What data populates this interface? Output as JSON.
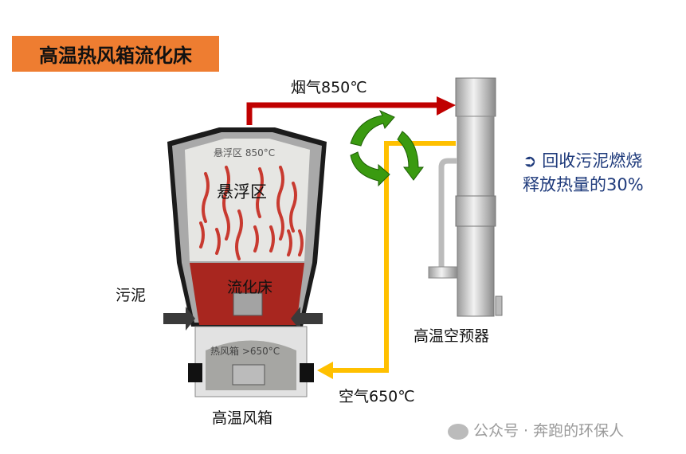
{
  "title": "高温热风箱流化床",
  "labels": {
    "flue_gas": "烟气850℃",
    "air": "空气650℃",
    "sludge": "污泥",
    "suspension_zone": "悬浮区",
    "suspension_zone_temp": "悬浮区 850°C",
    "fluidized_bed": "流化床",
    "windbox_temp": "热风箱 >650°C",
    "windbox": "高温风箱",
    "preheater": "高温空预器"
  },
  "note": {
    "line1": "回收污泥燃烧",
    "line2": "释放热量的30%"
  },
  "watermark": "公众号 · 奔跑的环保人",
  "colors": {
    "title_bg": "#ee7d31",
    "flue": "#c00000",
    "air": "#ffc000",
    "recycle": "#3a9a10",
    "bed": "#a8261f",
    "note": "#1e3a7b"
  }
}
